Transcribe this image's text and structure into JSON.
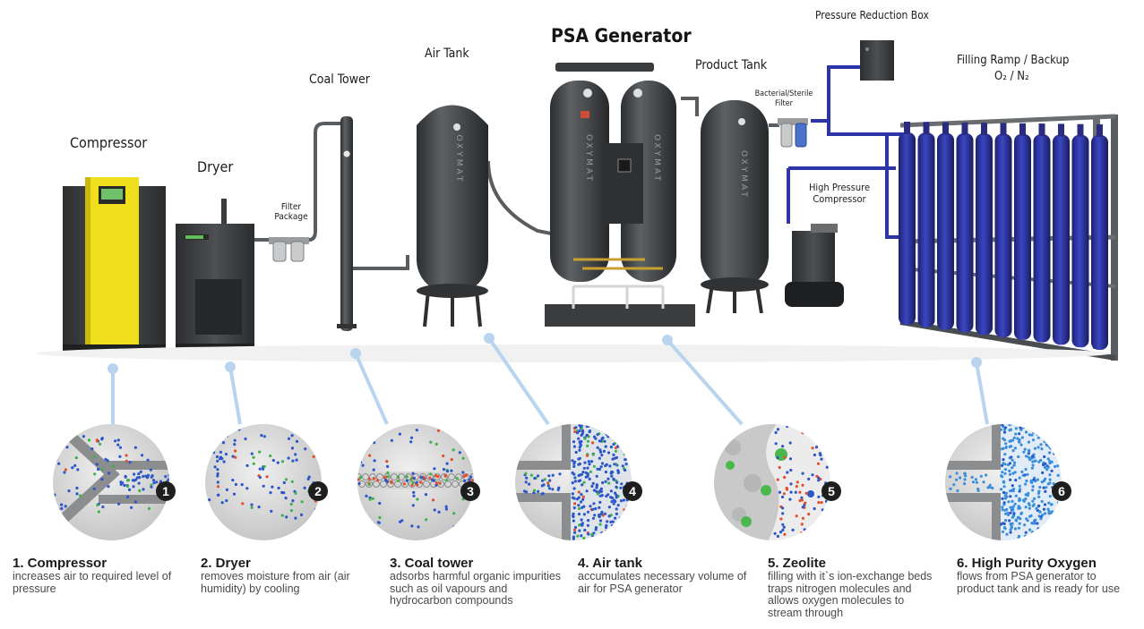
{
  "labels": {
    "compressor": "Compressor",
    "dryer": "Dryer",
    "filter_package": "Filter Package",
    "coal_tower": "Coal Tower",
    "air_tank": "Air Tank",
    "psa_generator": "PSA Generator",
    "product_tank": "Product Tank",
    "bacterial_filter": "Bacterial/Sterile Filter",
    "pressure_reduction_box": "Pressure Reduction Box",
    "high_pressure_compressor": "High Pressure Compressor",
    "filling_ramp": "Filling Ramp / Backup",
    "gases": "O₂ / N₂",
    "tank_brand": "OXYMAT"
  },
  "steps": [
    {
      "number": "1",
      "title": "1. Compressor",
      "description": "increases air to required level of pressure"
    },
    {
      "number": "2",
      "title": "2. Dryer",
      "description": "removes moisture from air (air humidity) by cooling"
    },
    {
      "number": "3",
      "title": "3. Coal tower",
      "description": "adsorbs harmful organic impurities such as oil vapours and hydrocarbon compounds"
    },
    {
      "number": "4",
      "title": "4. Air tank",
      "description": "accumulates necessary volume of air for PSA generator"
    },
    {
      "number": "5",
      "title": "5. Zeolite",
      "description": "filling with it`s ion-exchange beds traps nitrogen molecules and allows oxygen molecules to stream through"
    },
    {
      "number": "6",
      "title": "6. High Purity Oxygen",
      "description": "flows from PSA generator to product tank and is ready for use"
    }
  ],
  "colors": {
    "tank": "#4a4d50",
    "compressor_accent": "#f2e21a",
    "cylinder": "#2e37a6",
    "connector": "#b8d4ef",
    "molecule_blue": "#2b57c8",
    "molecule_green": "#3fb24a",
    "molecule_red": "#e0502c",
    "oxygen_light": "#3a8fdc"
  }
}
